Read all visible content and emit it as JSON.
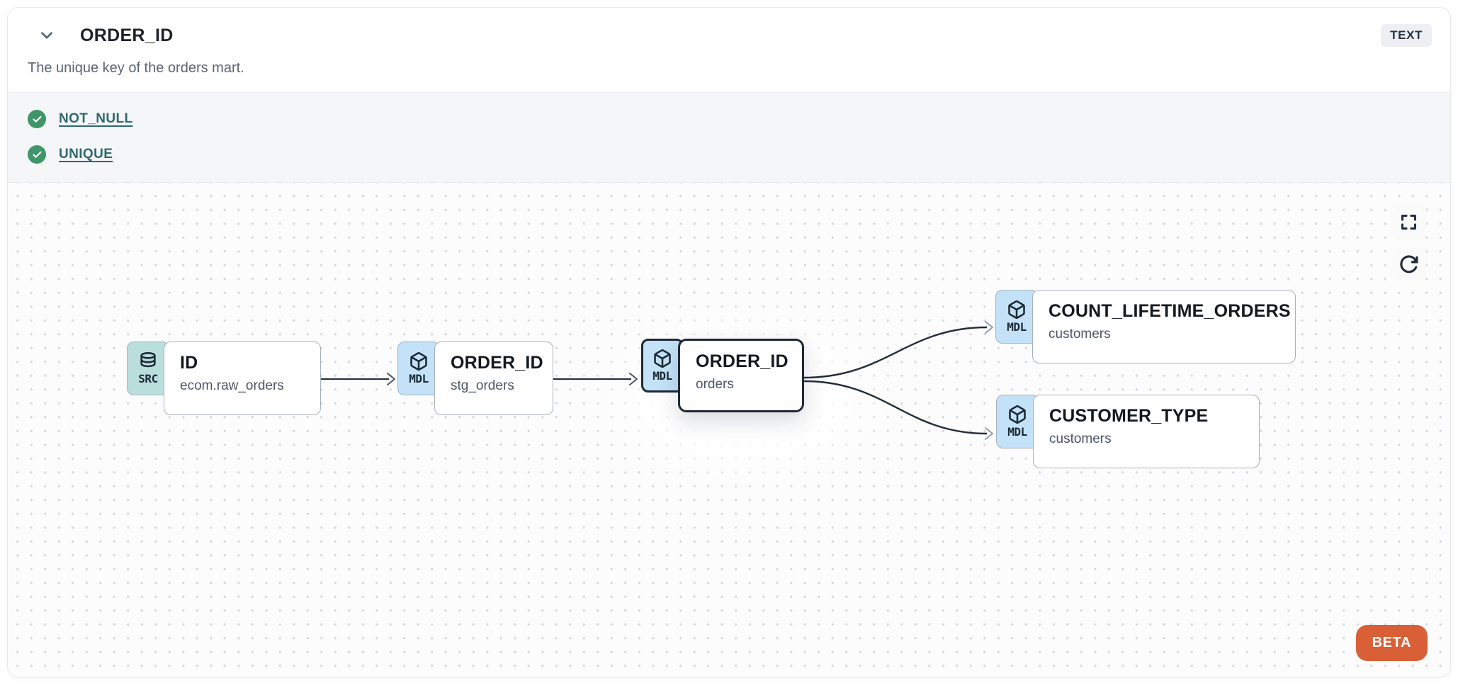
{
  "header": {
    "title": "ORDER_ID",
    "type_badge": "TEXT",
    "description": "The unique key of the orders mart."
  },
  "tests": {
    "items": [
      {
        "name": "NOT_NULL",
        "status": "passed"
      },
      {
        "name": "UNIQUE",
        "status": "passed"
      }
    ]
  },
  "lineage": {
    "nodes": [
      {
        "badge": "SRC",
        "icon": "database-icon",
        "title": "ID",
        "subtitle": "ecom.raw_orders",
        "selected": false
      },
      {
        "badge": "MDL",
        "icon": "cube-icon",
        "title": "ORDER_ID",
        "subtitle": "stg_orders",
        "selected": false
      },
      {
        "badge": "MDL",
        "icon": "cube-icon",
        "title": "ORDER_ID",
        "subtitle": "orders",
        "selected": true
      },
      {
        "badge": "MDL",
        "icon": "cube-icon",
        "title": "COUNT_LIFETIME_ORDERS",
        "subtitle": "customers",
        "selected": false
      },
      {
        "badge": "MDL",
        "icon": "cube-icon",
        "title": "CUSTOMER_TYPE",
        "subtitle": "customers",
        "selected": false
      }
    ],
    "edges": [
      {
        "from": "ID (ecom.raw_orders)",
        "to": "ORDER_ID (stg_orders)"
      },
      {
        "from": "ORDER_ID (stg_orders)",
        "to": "ORDER_ID (orders)"
      },
      {
        "from": "ORDER_ID (orders)",
        "to": "COUNT_LIFETIME_ORDERS (customers)"
      },
      {
        "from": "ORDER_ID (orders)",
        "to": "CUSTOMER_TYPE (customers)"
      }
    ],
    "beta_label": "BETA"
  },
  "colors": {
    "accent_orange": "#d95f36",
    "test_pass_green": "#3e9669",
    "link_teal": "#2d696e",
    "src_badge_teal": "#b9dedb",
    "mdl_badge_blue": "#c3e2f7",
    "node_border_gray": "#a9b1ba",
    "selected_border_navy": "#1d2936"
  }
}
